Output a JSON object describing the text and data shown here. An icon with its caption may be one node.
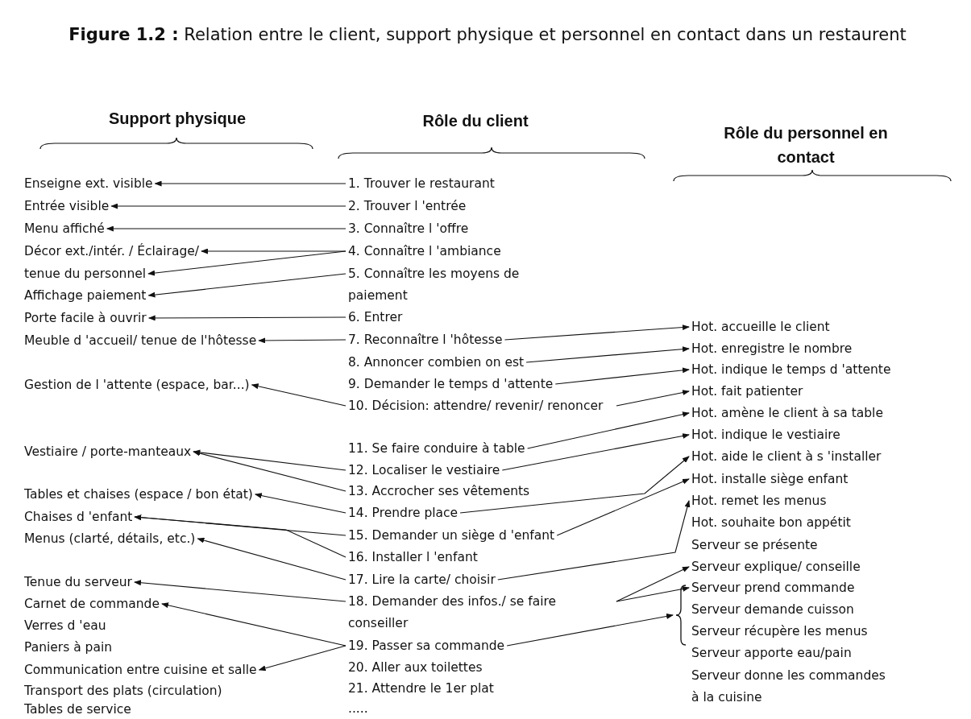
{
  "diagram": {
    "title": "**Figure 1.2 :** Relation entre le client, support physique et personnel en contact dans un restaurent",
    "nodes": [
      {
        "text": [
          "Enseigne ext. visible"
        ]
      },
      {
        "text": [
          "Entrée visible"
        ]
      },
      {
        "text": [
          "Menu affiché"
        ]
      },
      {
        "text": [
          "Décor ext./intér. / Éclairage/"
        ]
      },
      {
        "text": [
          "tenue du personnel"
        ]
      },
      {
        "text": [
          "Affichage paiement"
        ]
      },
      {
        "text": [
          "Porte facile à ouvrir"
        ]
      },
      {
        "text": [
          "Meuble d 'accueil/ tenue de l'hôtesse"
        ]
      },
      {
        "text": [
          "Gestion de l 'attente (espace, bar...)"
        ]
      },
      {
        "text": [
          "Vestiaire / porte-manteaux"
        ]
      },
      {
        "text": [
          "Tables et chaises (espace / bon état)"
        ]
      },
      {
        "text": [
          "Chaises d 'enfant"
        ]
      },
      {
        "text": [
          "Menus (clarté, détails, etc.)"
        ]
      },
      {
        "text": [
          "Tenue du serveur"
        ]
      },
      {
        "text": [
          "Carnet de commande"
        ]
      },
      {
        "text": [
          "Communication entre cuisine et salle"
        ]
      },
      {
        "text": [
          "1. Trouver le restaurant"
        ]
      },
      {
        "text": [
          "2. Trouver l 'entrée"
        ]
      },
      {
        "text": [
          "3. Connaître l 'offre"
        ]
      },
      {
        "text": [
          "4. Connaître l 'ambiance"
        ]
      },
      {
        "text": [
          "5. Connaître les moyens de paiement"
        ]
      },
      {
        "text": [
          "6. Entrer"
        ]
      },
      {
        "text": [
          "7. Reconnaître l 'hôtesse"
        ]
      },
      {
        "text": [
          "8. Annoncer combien on est"
        ]
      },
      {
        "text": [
          "9. Demander le temps d 'attente"
        ]
      },
      {
        "text": [
          "10. Décision: attendre/ revenir/ renoncer"
        ]
      },
      {
        "text": [
          "11. Se faire conduire à table"
        ]
      },
      {
        "text": [
          "12. Localiser le vestiaire"
        ]
      },
      {
        "text": [
          "13. Accrocher ses vêtements"
        ]
      },
      {
        "text": [
          "14. Prendre place"
        ]
      },
      {
        "text": [
          "15. Demander un siège d 'enfant"
        ]
      },
      {
        "text": [
          "16. Installer l 'enfant"
        ]
      },
      {
        "text": [
          "17. Lire la carte/ choisir"
        ]
      },
      {
        "text": [
          "18. Demander des infos./ se faire conseiller"
        ]
      },
      {
        "text": [
          "19. Passer sa commande"
        ]
      },
      {
        "text": [
          "Hot. accueille le client"
        ]
      },
      {
        "text": [
          "Hot. enregistre le nombre"
        ]
      },
      {
        "text": [
          "Hot. indique le temps d 'attente"
        ]
      },
      {
        "text": [
          "Hot. fait patienter"
        ]
      },
      {
        "text": [
          "Hot. amène le client à sa table"
        ]
      },
      {
        "text": [
          "Hot. indique le vestiaire"
        ]
      },
      {
        "text": [
          "Hot. aide le client à s 'installer"
        ]
      },
      {
        "text": [
          "Hot. installe siège enfant"
        ]
      },
      {
        "text": [
          "Hot. remet les menus"
        ]
      },
      {
        "text": [
          "Serveur explique/ conseille"
        ]
      },
      {
        "text": [
          "Serveur prend commande"
        ]
      },
      {
        "text": [],
        "shape": "brace"
      }
    ],
    "edges": [
      {
        "from": 16,
        "to": 0,
        "arrow": "to"
      },
      {
        "from": 17,
        "to": 1,
        "arrow": "to"
      },
      {
        "from": 18,
        "to": 2,
        "arrow": "to"
      },
      {
        "from": 19,
        "to": 3,
        "arrow": "to"
      },
      {
        "from": 19,
        "to": 4,
        "arrow": "to"
      },
      {
        "from": 20,
        "to": 5,
        "arrow": "to"
      },
      {
        "from": 21,
        "to": 6,
        "arrow": "to"
      },
      {
        "from": 22,
        "to": 7,
        "arrow": "to"
      },
      {
        "from": 25,
        "to": 8,
        "arrow": "to"
      },
      {
        "from": 27,
        "to": 9,
        "arrow": "to"
      },
      {
        "from": 28,
        "to": 9,
        "arrow": "to"
      },
      {
        "from": 29,
        "to": 10,
        "arrow": "to"
      },
      {
        "from": 30,
        "to": 11,
        "arrow": "to"
      },
      {
        "from": 31,
        "to": 11,
        "arrow": "to"
      },
      {
        "from": 32,
        "to": 12,
        "arrow": "to"
      },
      {
        "from": 33,
        "to": 13,
        "arrow": "to"
      },
      {
        "from": 34,
        "to": 14,
        "arrow": "to"
      },
      {
        "from": 34,
        "to": 15,
        "arrow": "to"
      },
      {
        "from": 22,
        "to": 35,
        "arrow": "to"
      },
      {
        "from": 23,
        "to": 36,
        "arrow": "to"
      },
      {
        "from": 24,
        "to": 37,
        "arrow": "to"
      },
      {
        "from": 25,
        "to": 38,
        "arrow": "to"
      },
      {
        "from": 26,
        "to": 39,
        "arrow": "to"
      },
      {
        "from": 27,
        "to": 40,
        "arrow": "to"
      },
      {
        "from": 29,
        "to": 41,
        "arrow": "to"
      },
      {
        "from": 30,
        "to": 42,
        "arrow": "to"
      },
      {
        "from": 32,
        "to": 43,
        "arrow": "to"
      },
      {
        "from": 33,
        "to": 44,
        "arrow": "to"
      },
      {
        "from": 33,
        "to": 45,
        "arrow": "to"
      },
      {
        "from": 34,
        "to": 46,
        "arrow": "to"
      }
    ],
    "labels": [
      "Support physique",
      "Rôle du client",
      "Rôle du personnel en contact",
      "Verres d 'eau",
      "Paniers à pain",
      "Transport des plats (circulation)",
      "Tables de service",
      "20. Aller aux toilettes",
      "21. Attendre le 1er plat",
      ".....",
      "Hot. souhaite bon appétit",
      "Serveur se présente",
      "Serveur demande cuisson",
      "Serveur récupère les menus",
      "Serveur apporte eau/pain",
      "Serveur donne les commandes à la cuisine"
    ]
  }
}
